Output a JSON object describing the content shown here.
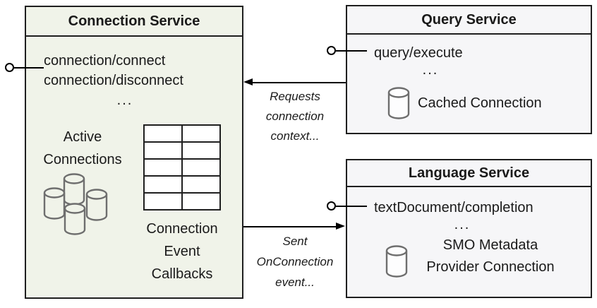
{
  "colors": {
    "border": "#1f1f1f",
    "text": "#1a1a1a",
    "connection_fill": "#f0f3e9",
    "service_fill": "#f6f6f8",
    "cylinder": "#6e6e6e",
    "line": "#000000"
  },
  "connection_service": {
    "title": "Connection Service",
    "methods": [
      "connection/connect",
      "connection/disconnect"
    ],
    "ellipsis": "...",
    "active_connections_lines": [
      "Active",
      "Connections"
    ],
    "callbacks_lines": [
      "Connection",
      "Event",
      "Callbacks"
    ],
    "callbacks_table": {
      "columns": 2,
      "rows": 5
    },
    "icons": [
      "database-cylinder-cluster",
      "callbacks-table-grid"
    ]
  },
  "query_service": {
    "title": "Query Service",
    "methods": [
      "query/execute"
    ],
    "ellipsis": "...",
    "connection_label": "Cached Connection",
    "icons": [
      "database-cylinder"
    ]
  },
  "language_service": {
    "title": "Language Service",
    "methods": [
      "textDocument/completion"
    ],
    "ellipsis": "...",
    "connection_label_lines": [
      "SMO Metadata",
      "Provider Connection"
    ],
    "icons": [
      "database-cylinder"
    ]
  },
  "arrows": {
    "requests": {
      "from": "Query Service",
      "to": "Connection Service",
      "direction": "left",
      "label_lines": [
        "Requests",
        "connection",
        "context..."
      ]
    },
    "sent": {
      "from": "Connection Service",
      "to": "Language Service",
      "direction": "right",
      "label_lines": [
        "Sent",
        "OnConnection",
        "event..."
      ]
    }
  }
}
